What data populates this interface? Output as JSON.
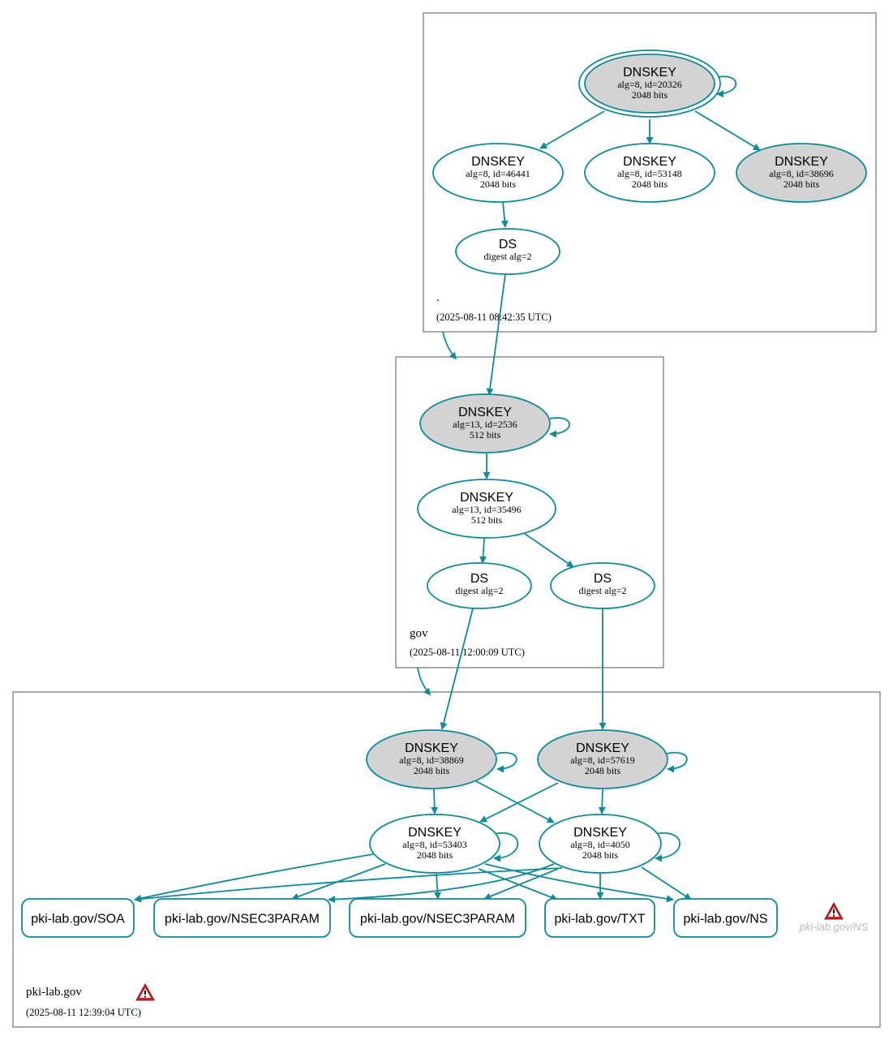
{
  "colors": {
    "edge": "#0f8a99",
    "secure_fill": "#d3d3d3",
    "plain_fill": "#ffffff",
    "zone_border": "#555555",
    "warning_red": "#cc2222",
    "ghost_text": "#bbbbbb"
  },
  "zones": [
    {
      "id": "root",
      "name": ".",
      "timestamp": "(2025-08-11 08:42:35 UTC)"
    },
    {
      "id": "gov",
      "name": "gov",
      "timestamp": "(2025-08-11 12:00:09 UTC)"
    },
    {
      "id": "pki",
      "name": "pki-lab.gov",
      "timestamp": "(2025-08-11 12:39:04 UTC)",
      "warning_icon": "warning-icon"
    }
  ],
  "nodes": {
    "root_ksk": {
      "title": "DNSKEY",
      "line1": "alg=8, id=20326",
      "line2": "2048 bits",
      "secure": true,
      "double_border": true
    },
    "root_z1": {
      "title": "DNSKEY",
      "line1": "alg=8, id=46441",
      "line2": "2048 bits",
      "secure": false
    },
    "root_z2": {
      "title": "DNSKEY",
      "line1": "alg=8, id=53148",
      "line2": "2048 bits",
      "secure": false
    },
    "root_z3": {
      "title": "DNSKEY",
      "line1": "alg=8, id=38696",
      "line2": "2048 bits",
      "secure": true
    },
    "root_ds": {
      "title": "DS",
      "line1": "digest alg=2",
      "secure": false
    },
    "gov_ksk": {
      "title": "DNSKEY",
      "line1": "alg=13, id=2536",
      "line2": "512 bits",
      "secure": true
    },
    "gov_zsk": {
      "title": "DNSKEY",
      "line1": "alg=13, id=35496",
      "line2": "512 bits",
      "secure": false
    },
    "gov_ds1": {
      "title": "DS",
      "line1": "digest alg=2",
      "secure": false
    },
    "gov_ds2": {
      "title": "DS",
      "line1": "digest alg=2",
      "secure": false
    },
    "pki_ksk1": {
      "title": "DNSKEY",
      "line1": "alg=8, id=38869",
      "line2": "2048 bits",
      "secure": true
    },
    "pki_ksk2": {
      "title": "DNSKEY",
      "line1": "alg=8, id=57619",
      "line2": "2048 bits",
      "secure": true
    },
    "pki_zsk1": {
      "title": "DNSKEY",
      "line1": "alg=8, id=53403",
      "line2": "2048 bits",
      "secure": false
    },
    "pki_zsk2": {
      "title": "DNSKEY",
      "line1": "alg=8, id=4050",
      "line2": "2048 bits",
      "secure": false
    }
  },
  "rrsets": {
    "soa": "pki-lab.gov/SOA",
    "nsec3param_1": "pki-lab.gov/NSEC3PARAM",
    "nsec3param_2": "pki-lab.gov/NSEC3PARAM",
    "txt": "pki-lab.gov/TXT",
    "ns": "pki-lab.gov/NS"
  },
  "ghost_rrset": {
    "label": "pki-lab.gov/NS",
    "icon": "warning-icon"
  }
}
